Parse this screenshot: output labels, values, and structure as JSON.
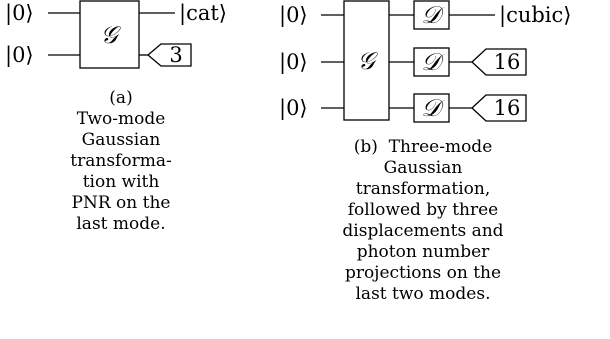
{
  "circuit_a": {
    "inputs": [
      "|0⟩",
      "|0⟩"
    ],
    "gate": "𝒢",
    "output": "|cat⟩",
    "pnr_value": "3",
    "caption": [
      "(a)",
      "Two-mode",
      "Gaussian",
      "transforma-",
      "tion with",
      "PNR on the",
      "last mode."
    ]
  },
  "circuit_b": {
    "inputs": [
      "|0⟩",
      "|0⟩",
      "|0⟩"
    ],
    "gate": "𝒢",
    "displacement": "𝒟",
    "output": "|cubic⟩",
    "pnr_values": [
      "16",
      "16"
    ],
    "caption": [
      "(b)  Three-mode",
      "Gaussian",
      "transformation,",
      "followed by three",
      "displacements and",
      "photon number",
      "projections on the",
      "last two modes."
    ]
  }
}
